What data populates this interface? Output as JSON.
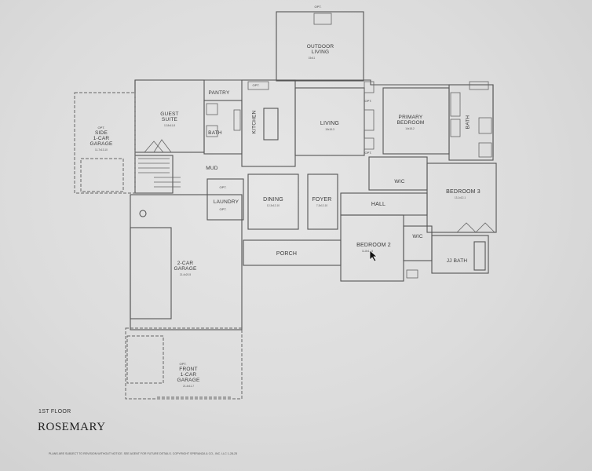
{
  "plan": {
    "name": "ROSEMARY",
    "floor": "1ST FLOOR",
    "disclaimer": "PLANS ARE SUBJECT TO REVISION WITHOUT NOTICE. SEE AGENT FOR FUTURE DETAILS. COPYRIGHT SPERANZA & CO., INC. LLC 1-28-25"
  },
  "rooms": {
    "outdoor_living": "OUTDOOR\nLIVING",
    "guest_suite": "GUEST\nSUITE",
    "pantry": "PANTRY",
    "kitchen": "KITCHEN",
    "living": "LIVING",
    "primary_bedroom": "PRIMARY\nBEDROOM",
    "bath_primary": "BATH",
    "bath_guest": "BATH",
    "side_garage": "SIDE\n1-CAR\nGARAGE",
    "mud": "MUD",
    "laundry": "LAUNDRY",
    "dining": "DINING",
    "foyer": "FOYER",
    "wic_primary": "WIC",
    "bedroom_3": "BEDROOM 3",
    "hall": "HALL",
    "bedroom_2": "BEDROOM 2",
    "wic_bed2": "WIC",
    "jj_bath": "JJ BATH",
    "porch": "PORCH",
    "garage_2car": "2-CAR\nGARAGE",
    "front_garage": "FRONT\n1-CAR\nGARAGE"
  },
  "dims": {
    "outdoor_living": "15x11",
    "guest_suite": "12-8x11-8",
    "living": "15x18-3",
    "primary_bedroom": "14x18-2",
    "side_garage": "11-7x13-10",
    "bedroom_3": "13-1x12-1",
    "dining": "12-3x12-10",
    "foyer": "7-3x12-10",
    "bedroom_2": "11-8x12-8",
    "garage_2car": "21-4x20-5",
    "front_garage": "21-4x11-7"
  },
  "options": {
    "opt": "OPT."
  }
}
